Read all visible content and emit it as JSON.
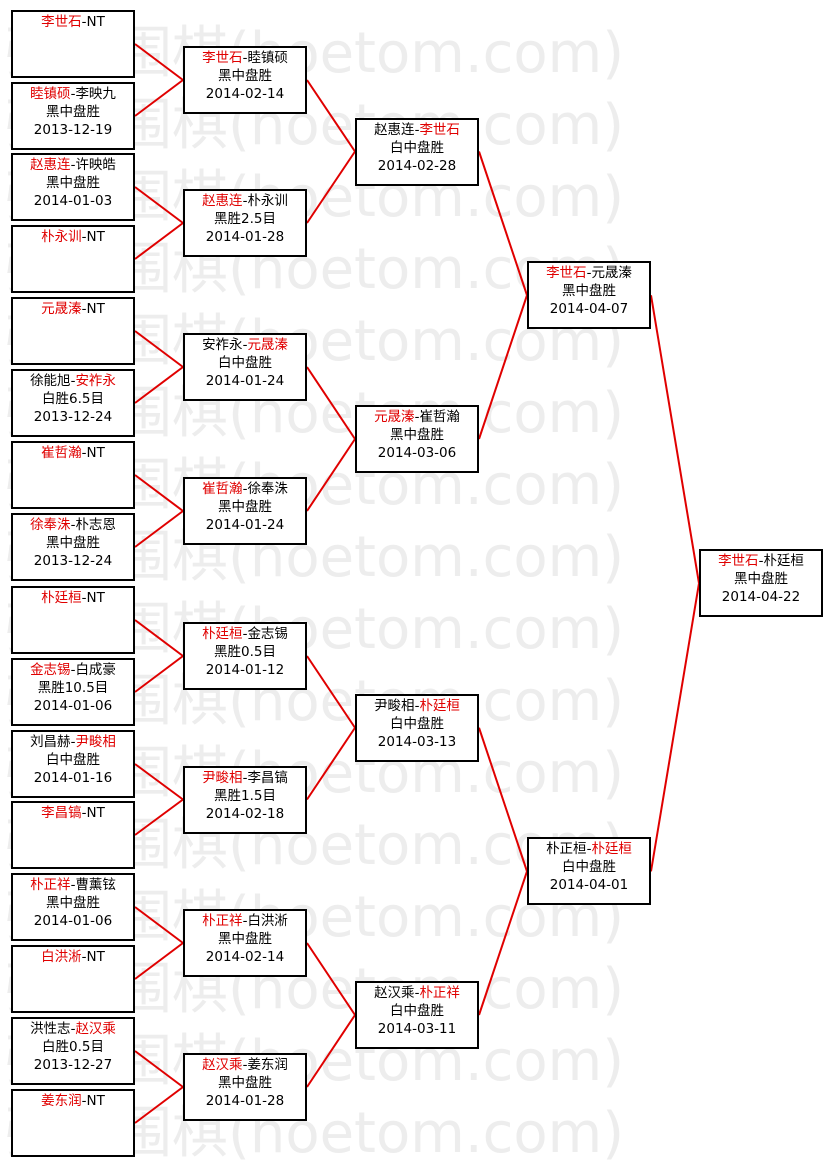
{
  "watermark": "弘通围棋(hoetom.com)",
  "colors": {
    "line": "#e00000",
    "winner": "#e00000",
    "text": "#000000",
    "watermark": "#ededed"
  },
  "matches": [
    {
      "id": "r1-1",
      "round": 1,
      "slot": 0,
      "p1": "李世石",
      "p2": "NT",
      "winner": 1,
      "result": "",
      "date": ""
    },
    {
      "id": "r1-2",
      "round": 1,
      "slot": 1,
      "p1": "睦镇硕",
      "p2": "李映九",
      "winner": 1,
      "result": "黑中盘胜",
      "date": "2013-12-19"
    },
    {
      "id": "r1-3",
      "round": 1,
      "slot": 2,
      "p1": "赵惠连",
      "p2": "许映皓",
      "winner": 1,
      "result": "黑中盘胜",
      "date": "2014-01-03"
    },
    {
      "id": "r1-4",
      "round": 1,
      "slot": 3,
      "p1": "朴永训",
      "p2": "NT",
      "winner": 1,
      "result": "",
      "date": ""
    },
    {
      "id": "r1-5",
      "round": 1,
      "slot": 4,
      "p1": "元晟溱",
      "p2": "NT",
      "winner": 1,
      "result": "",
      "date": ""
    },
    {
      "id": "r1-6",
      "round": 1,
      "slot": 5,
      "p1": "徐能旭",
      "p2": "安祚永",
      "winner": 2,
      "result": "白胜6.5目",
      "date": "2013-12-24"
    },
    {
      "id": "r1-7",
      "round": 1,
      "slot": 6,
      "p1": "崔哲瀚",
      "p2": "NT",
      "winner": 1,
      "result": "",
      "date": ""
    },
    {
      "id": "r1-8",
      "round": 1,
      "slot": 7,
      "p1": "徐奉洙",
      "p2": "朴志恩",
      "winner": 1,
      "result": "黑中盘胜",
      "date": "2013-12-24"
    },
    {
      "id": "r1-9",
      "round": 1,
      "slot": 8,
      "p1": "朴廷桓",
      "p2": "NT",
      "winner": 1,
      "result": "",
      "date": ""
    },
    {
      "id": "r1-10",
      "round": 1,
      "slot": 9,
      "p1": "金志锡",
      "p2": "白成豪",
      "winner": 1,
      "result": "黑胜10.5目",
      "date": "2014-01-06"
    },
    {
      "id": "r1-11",
      "round": 1,
      "slot": 10,
      "p1": "刘昌赫",
      "p2": "尹畯相",
      "winner": 2,
      "result": "白中盘胜",
      "date": "2014-01-16"
    },
    {
      "id": "r1-12",
      "round": 1,
      "slot": 11,
      "p1": "李昌镐",
      "p2": "NT",
      "winner": 1,
      "result": "",
      "date": ""
    },
    {
      "id": "r1-13",
      "round": 1,
      "slot": 12,
      "p1": "朴正祥",
      "p2": "曹薰铉",
      "winner": 1,
      "result": "黑中盘胜",
      "date": "2014-01-06"
    },
    {
      "id": "r1-14",
      "round": 1,
      "slot": 13,
      "p1": "白洪淅",
      "p2": "NT",
      "winner": 1,
      "result": "",
      "date": ""
    },
    {
      "id": "r1-15",
      "round": 1,
      "slot": 14,
      "p1": "洪性志",
      "p2": "赵汉乘",
      "winner": 2,
      "result": "白胜0.5目",
      "date": "2013-12-27"
    },
    {
      "id": "r1-16",
      "round": 1,
      "slot": 15,
      "p1": "姜东润",
      "p2": "NT",
      "winner": 1,
      "result": "",
      "date": ""
    },
    {
      "id": "r2-1",
      "round": 2,
      "slot": 0,
      "p1": "李世石",
      "p2": "睦镇硕",
      "winner": 1,
      "result": "黑中盘胜",
      "date": "2014-02-14"
    },
    {
      "id": "r2-2",
      "round": 2,
      "slot": 1,
      "p1": "赵惠连",
      "p2": "朴永训",
      "winner": 1,
      "result": "黑胜2.5目",
      "date": "2014-01-28"
    },
    {
      "id": "r2-3",
      "round": 2,
      "slot": 2,
      "p1": "安祚永",
      "p2": "元晟溱",
      "winner": 2,
      "result": "白中盘胜",
      "date": "2014-01-24"
    },
    {
      "id": "r2-4",
      "round": 2,
      "slot": 3,
      "p1": "崔哲瀚",
      "p2": "徐奉洙",
      "winner": 1,
      "result": "黑中盘胜",
      "date": "2014-01-24"
    },
    {
      "id": "r2-5",
      "round": 2,
      "slot": 4,
      "p1": "朴廷桓",
      "p2": "金志锡",
      "winner": 1,
      "result": "黑胜0.5目",
      "date": "2014-01-12"
    },
    {
      "id": "r2-6",
      "round": 2,
      "slot": 5,
      "p1": "尹畯相",
      "p2": "李昌镐",
      "winner": 1,
      "result": "黑胜1.5目",
      "date": "2014-02-18"
    },
    {
      "id": "r2-7",
      "round": 2,
      "slot": 6,
      "p1": "朴正祥",
      "p2": "白洪淅",
      "winner": 1,
      "result": "黑中盘胜",
      "date": "2014-02-14"
    },
    {
      "id": "r2-8",
      "round": 2,
      "slot": 7,
      "p1": "赵汉乘",
      "p2": "姜东润",
      "winner": 1,
      "result": "黑中盘胜",
      "date": "2014-01-28"
    },
    {
      "id": "r3-1",
      "round": 3,
      "slot": 0,
      "p1": "赵惠连",
      "p2": "李世石",
      "winner": 2,
      "result": "白中盘胜",
      "date": "2014-02-28"
    },
    {
      "id": "r3-2",
      "round": 3,
      "slot": 1,
      "p1": "元晟溱",
      "p2": "崔哲瀚",
      "winner": 1,
      "result": "黑中盘胜",
      "date": "2014-03-06"
    },
    {
      "id": "r3-3",
      "round": 3,
      "slot": 2,
      "p1": "尹畯相",
      "p2": "朴廷桓",
      "winner": 2,
      "result": "白中盘胜",
      "date": "2014-03-13"
    },
    {
      "id": "r3-4",
      "round": 3,
      "slot": 3,
      "p1": "赵汉乘",
      "p2": "朴正祥",
      "winner": 2,
      "result": "白中盘胜",
      "date": "2014-03-11"
    },
    {
      "id": "r4-1",
      "round": 4,
      "slot": 0,
      "p1": "李世石",
      "p2": "元晟溱",
      "winner": 1,
      "result": "黑中盘胜",
      "date": "2014-04-07"
    },
    {
      "id": "r4-2",
      "round": 4,
      "slot": 1,
      "p1": "朴正桓",
      "p2": "朴廷桓",
      "winner": 2,
      "result": "白中盘胜",
      "date": "2014-04-01"
    },
    {
      "id": "r5-1",
      "round": 5,
      "slot": 0,
      "p1": "李世石",
      "p2": "朴廷桓",
      "winner": 1,
      "result": "黑中盘胜",
      "date": "2014-04-22"
    }
  ]
}
